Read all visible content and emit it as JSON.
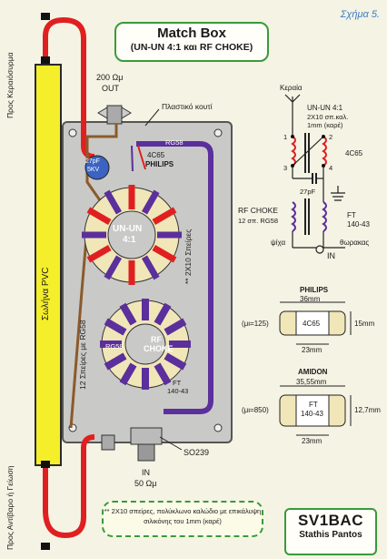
{
  "figure_label": "Σχήμα 5.",
  "title": "Match Box",
  "subtitle": "(UN-UN 4:1 και RF CHOKE)",
  "labels": {
    "antenna_side": "Προς Κεραιόσυρμα",
    "ground_side": "Προς Αντίβαρο ή Γείωση",
    "pvc_pipe": "Σωλήνα PVC",
    "out_impedance": "200 Ωμ",
    "out": "OUT",
    "plastic_box": "Πλαστικό κουτί",
    "cap_value": "27pF",
    "cap_voltage": "5KV",
    "rg58_top": "RG58",
    "core_4c65": "4C65",
    "core_philips": "PHILIPS",
    "unun_label": "UN-UN",
    "unun_ratio": "4:1",
    "turns_2x10": "** 2Χ10 Σπείρες",
    "turns_12": "12 Σπείρες με RG58",
    "rg58_choke": "RG58",
    "rf_choke_1": "RF",
    "rf_choke_2": "CHOKE",
    "ft_name": "FT",
    "ft_value": "140-43",
    "so239": "SO239",
    "in": "IN",
    "in_impedance": "50 Ωμ",
    "note": "** 2Χ10 σπείρες, πολύκλωνο καλώδιο με επικάλυψη σιλικόνης του 1mm (καρέ)"
  },
  "schematic": {
    "antenna": "Κεραία",
    "unun": "UN-UN 4:1",
    "winding_1": "2Χ10 σπ.καλ.",
    "winding_2": "1mm (καρέ)",
    "core": "4C65",
    "cap": "27pF",
    "choke": "RF CHOKE",
    "choke_turns": "12 σπ. RG58",
    "ft_name": "FT",
    "ft_value": "140-43",
    "core_label": "ψίχα",
    "shield_label": "θωρακας",
    "in": "IN",
    "pins": [
      "1",
      "2",
      "3",
      "4"
    ]
  },
  "cores": {
    "philips": {
      "title": "PHILIPS",
      "od": "36mm",
      "id": "23mm",
      "height": "15mm",
      "name": "4C65",
      "mu": "(μι=125)"
    },
    "amidon": {
      "title": "AMIDON",
      "od": "35,55mm",
      "id": "23mm",
      "height": "12,7mm",
      "name_1": "FT",
      "name_2": "140-43",
      "mu": "(μι=850)"
    }
  },
  "signature": {
    "call": "SV1BAC",
    "name": "Stathis Pantos"
  },
  "colors": {
    "pipe": "#f5ee2a",
    "wire_red": "#e02020",
    "coax": "#5b2f9c",
    "box": "#c9c9c7",
    "ferrite": "#f0e6b8",
    "accent_green": "#3a9a3a"
  }
}
